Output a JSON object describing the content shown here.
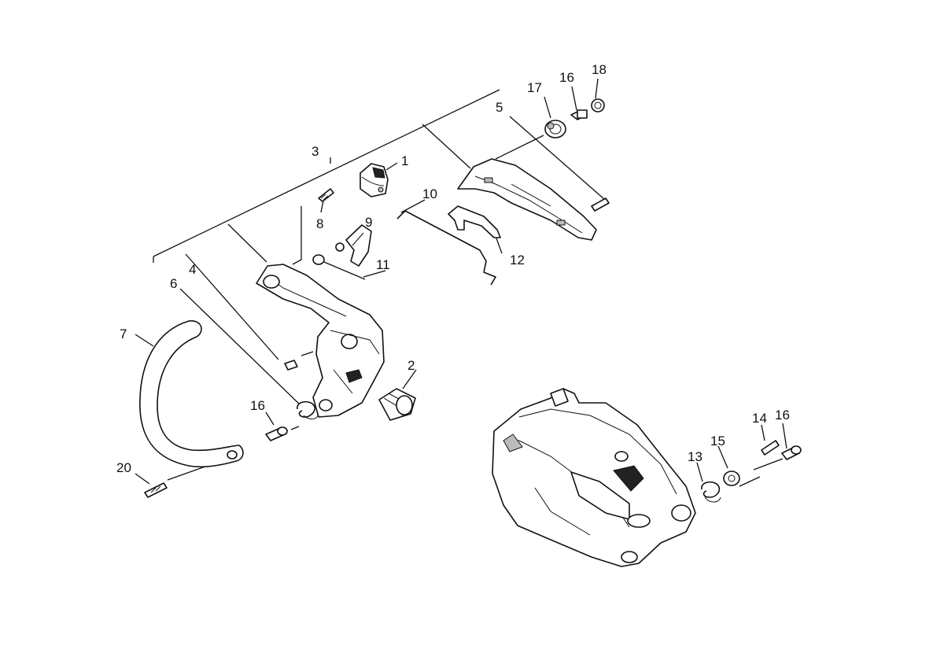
{
  "diagram": {
    "callouts": [
      {
        "id": "c1",
        "label": "1"
      },
      {
        "id": "c2",
        "label": "2"
      },
      {
        "id": "c3",
        "label": "3"
      },
      {
        "id": "c4",
        "label": "4"
      },
      {
        "id": "c5",
        "label": "5"
      },
      {
        "id": "c6",
        "label": "6"
      },
      {
        "id": "c7",
        "label": "7"
      },
      {
        "id": "c8",
        "label": "8"
      },
      {
        "id": "c9",
        "label": "9"
      },
      {
        "id": "c10",
        "label": "10"
      },
      {
        "id": "c11",
        "label": "11"
      },
      {
        "id": "c12",
        "label": "12"
      },
      {
        "id": "c13",
        "label": "13"
      },
      {
        "id": "c14",
        "label": "14"
      },
      {
        "id": "c15",
        "label": "15"
      },
      {
        "id": "c16a",
        "label": "16"
      },
      {
        "id": "c16b",
        "label": "16"
      },
      {
        "id": "c16c",
        "label": "16"
      },
      {
        "id": "c17",
        "label": "17"
      },
      {
        "id": "c18",
        "label": "18"
      },
      {
        "id": "c20",
        "label": "20"
      }
    ]
  }
}
